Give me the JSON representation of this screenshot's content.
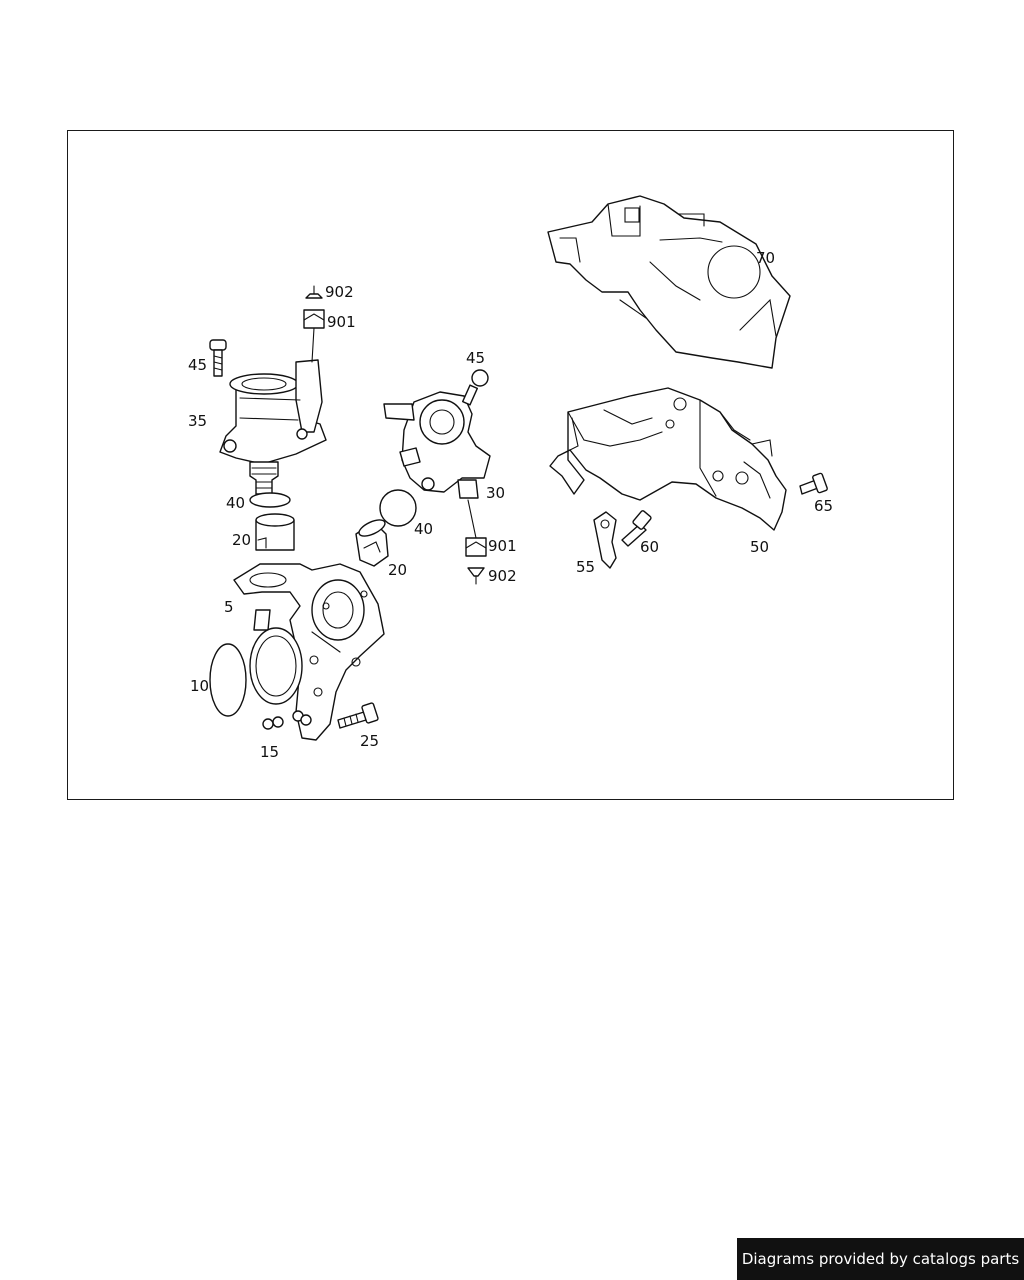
{
  "labels": {
    "l70": "70",
    "l902a": "902",
    "l901a": "901",
    "l45a": "45",
    "l45b": "45",
    "l35": "35",
    "l30": "30",
    "l40a": "40",
    "l40b": "40",
    "l20a": "20",
    "l20b": "20",
    "l901b": "901",
    "l902b": "902",
    "l5": "5",
    "l10": "10",
    "l15": "15",
    "l25": "25",
    "l65": "65",
    "l60": "60",
    "l55": "55",
    "l50": "50"
  },
  "footer": {
    "credit": "Diagrams provided by catalogs parts"
  },
  "colors": {
    "line": "#111111",
    "background": "#ffffff",
    "footer_bg": "#111111",
    "footer_text": "#ffffff"
  }
}
